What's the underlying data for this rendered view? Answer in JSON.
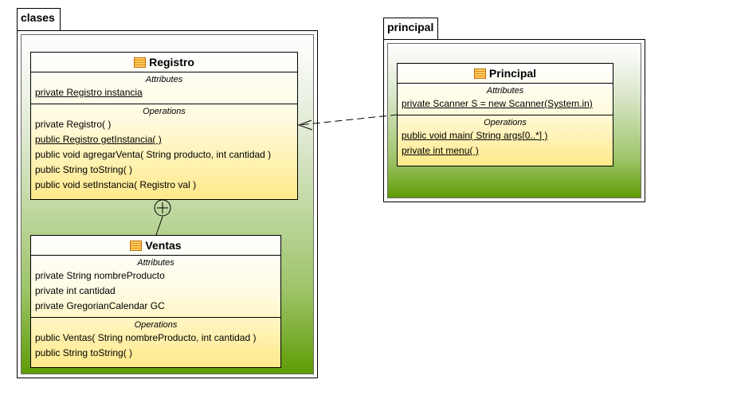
{
  "packages": {
    "clases": {
      "name": "clases"
    },
    "principal": {
      "name": "principal"
    }
  },
  "classes": {
    "registro": {
      "name": "Registro",
      "attributes_title": "Attributes",
      "attributes": [
        {
          "text": "private Registro instancia",
          "static": true
        }
      ],
      "operations_title": "Operations",
      "operations": [
        {
          "text": "private Registro(  )",
          "static": false
        },
        {
          "text": "public Registro  getInstancia(  )",
          "static": true
        },
        {
          "text": "public void  agregarVenta( String producto, int cantidad )",
          "static": false
        },
        {
          "text": "public String  toString(  )",
          "static": false
        },
        {
          "text": "public void  setInstancia( Registro val )",
          "static": false
        }
      ]
    },
    "ventas": {
      "name": "Ventas",
      "attributes_title": "Attributes",
      "attributes": [
        {
          "text": "private String nombreProducto",
          "static": false
        },
        {
          "text": "private int cantidad",
          "static": false
        },
        {
          "text": "private GregorianCalendar GC",
          "static": false
        }
      ],
      "operations_title": "Operations",
      "operations": [
        {
          "text": "public Ventas( String nombreProducto, int cantidad )",
          "static": false
        },
        {
          "text": "public String  toString(  )",
          "static": false
        }
      ]
    },
    "principal": {
      "name": "Principal",
      "attributes_title": "Attributes",
      "attributes": [
        {
          "text": "private Scanner S = new Scanner(System.in)",
          "static": true
        }
      ],
      "operations_title": "Operations",
      "operations": [
        {
          "text": "public void  main( String args[0..*] )",
          "static": true
        },
        {
          "text": "private int  menu(  )",
          "static": true
        }
      ]
    }
  },
  "relations": [
    {
      "type": "nesting",
      "from": "Registro",
      "to": "Ventas"
    },
    {
      "type": "dependency",
      "from": "Principal",
      "to": "Registro"
    }
  ]
}
